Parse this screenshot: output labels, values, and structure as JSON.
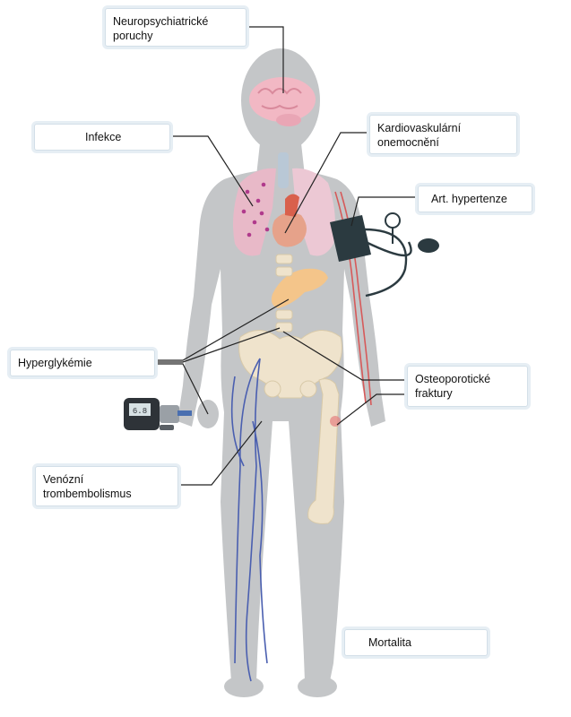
{
  "labels": {
    "neuro": [
      "Neuropsychiatrické",
      "poruchy"
    ],
    "infekce": [
      "Infekce"
    ],
    "kardio": [
      "Kardiovaskulární",
      "onemocnění"
    ],
    "hypertenze": [
      "Art. hypertenze"
    ],
    "hyperglykemie": [
      "Hyperglykémie"
    ],
    "osteo": [
      "Osteoporotické",
      "fraktury"
    ],
    "venozni": [
      "Venózní",
      "trombembolismus"
    ],
    "mortalita": [
      "Mortalita"
    ]
  },
  "glucometer": {
    "reading": "6.8"
  },
  "colors": {
    "body": "#c4c6c8",
    "label_border": "#d3dfe8",
    "label_halo": "#e6eef4",
    "connector": "#222222",
    "brain": "#f2b8c4",
    "lungs": "#e8b9c8",
    "heart": "#e6a28a",
    "pancreas": "#f4c58a",
    "bone": "#efe3cc",
    "vein": "#4a5fb0",
    "artery": "#d65a5a",
    "cuff": "#2b3a40"
  }
}
